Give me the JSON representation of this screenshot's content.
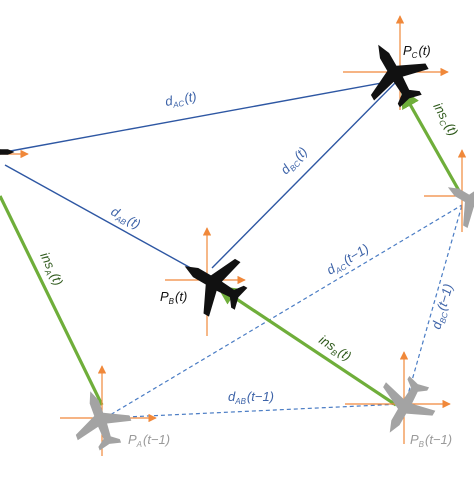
{
  "colors": {
    "distance_current": "#2e57a3",
    "distance_previous": "#4a7cc4",
    "ins_edge": "#6fae3a",
    "axis_cross": "#f0883a",
    "aircraft_current": "#111111",
    "aircraft_previous": "#a3a3a3"
  },
  "labels": {
    "d_ac": {
      "main": "d",
      "sub": "AC",
      "tail": "(t)"
    },
    "d_ab": {
      "main": "d",
      "sub": "AB",
      "tail": "(t)"
    },
    "d_bc": {
      "main": "d",
      "sub": "BC",
      "tail": "(t)"
    },
    "d_ac_prev": {
      "main": "d",
      "sub": "AC",
      "tail": "(t−1)"
    },
    "d_bc_prev": {
      "main": "d",
      "sub": "BC",
      "tail": "(t−1)"
    },
    "d_ab_prev": {
      "main": "d",
      "sub": "AB",
      "tail": "(t−1)"
    },
    "ins_a": {
      "main": "ins",
      "sub": "A",
      "tail": "(t)"
    },
    "ins_b": {
      "main": "ins",
      "sub": "B",
      "tail": "(t)"
    },
    "ins_c": {
      "main": "ins",
      "sub": "C",
      "tail": "(t)"
    },
    "p_b": {
      "main": "P",
      "sub": "B",
      "tail": "(t)"
    },
    "p_c": {
      "main": "P",
      "sub": "C",
      "tail": "(t)"
    },
    "p_a_prev": {
      "main": "P",
      "sub": "A",
      "tail": "(t−1)"
    },
    "p_b_prev": {
      "main": "P",
      "sub": "B",
      "tail": "(t−1)"
    }
  },
  "icons": {
    "aircraft": "airplane-icon",
    "axes": "axis-cross-icon"
  }
}
